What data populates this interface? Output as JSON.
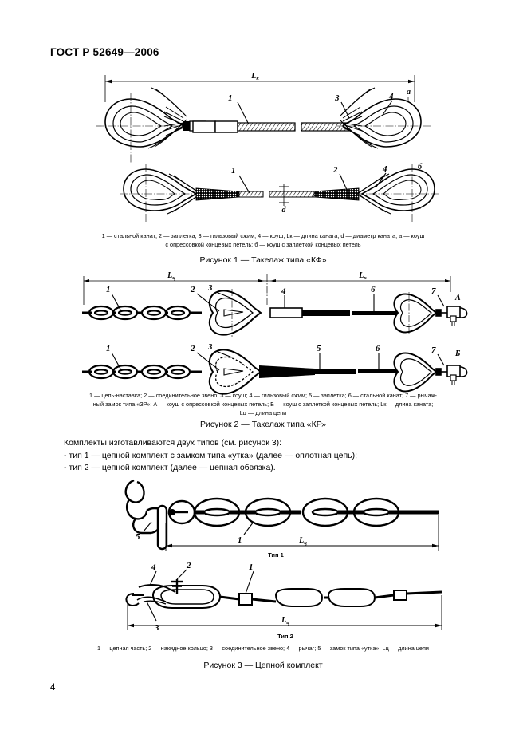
{
  "header": {
    "standard": "ГОСТ Р 52649—2006"
  },
  "page_number": "4",
  "figure1": {
    "labels": {
      "dim_length": "L",
      "dim_length_sub": "к",
      "dim_diameter": "d",
      "variant_a": "а",
      "variant_b": "б",
      "n1": "1",
      "n2": "2",
      "n3": "3",
      "n4": "4"
    },
    "legend_line1": "1 — стальной канат; 2 — заплетка; 3 — гильзовый сжим; 4 — коуш; Lк — длина каната; d — диаметр каната; а — коуш",
    "legend_line2": "с опрессовкой концевых петель; б — коуш с заплеткой концевых петель",
    "caption": "Рисунок 1 — Такелаж типа «КФ»"
  },
  "figure2": {
    "labels": {
      "dim_chain": "L",
      "dim_chain_sub": "ц",
      "dim_rope": "L",
      "dim_rope_sub": "к",
      "variant_A": "А",
      "variant_B": "Б",
      "n1": "1",
      "n2": "2",
      "n3": "3",
      "n4": "4",
      "n5": "5",
      "n6": "6",
      "n7": "7"
    },
    "legend_line1": "1 — цепь-наставка; 2 — соединительное звено; 3 — коуш; 4 — гильзовый сжим; 5 — заплетка; 6 — стальной канат; 7 — рычаж-",
    "legend_line2": "ный замок типа «ЗР»; А — коуш с опрессовкой концевых петель; Б — коуш с заплеткой концевых петель; Lк — длина каната;",
    "legend_line3": "Lц — длина цепи",
    "caption": "Рисунок 2 — Такелаж типа «КР»"
  },
  "body": {
    "line1": "Комплекты изготавливаются двух типов (см. рисунок 3):",
    "line2": "- тип 1 — цепной комплект с замком типа «утка» (далее — оплотная цепь);",
    "line3": "- тип 2 — цепной комплект (далее — цепная обвязка)."
  },
  "figure3": {
    "type1_label": "Тип 1",
    "type2_label": "Тип 2",
    "labels": {
      "dim_chain": "L",
      "dim_chain_sub": "ц",
      "n1": "1",
      "n2": "2",
      "n3": "3",
      "n4": "4",
      "n5": "5"
    },
    "legend_line1": "1 — цепная часть; 2 — накидное кольцо; 3 — соединительное звено; 4 — рычаг; 5 — замок типа «утка»; Lц — длина цепи",
    "caption": "Рисунок 3 — Цепной комплект"
  }
}
